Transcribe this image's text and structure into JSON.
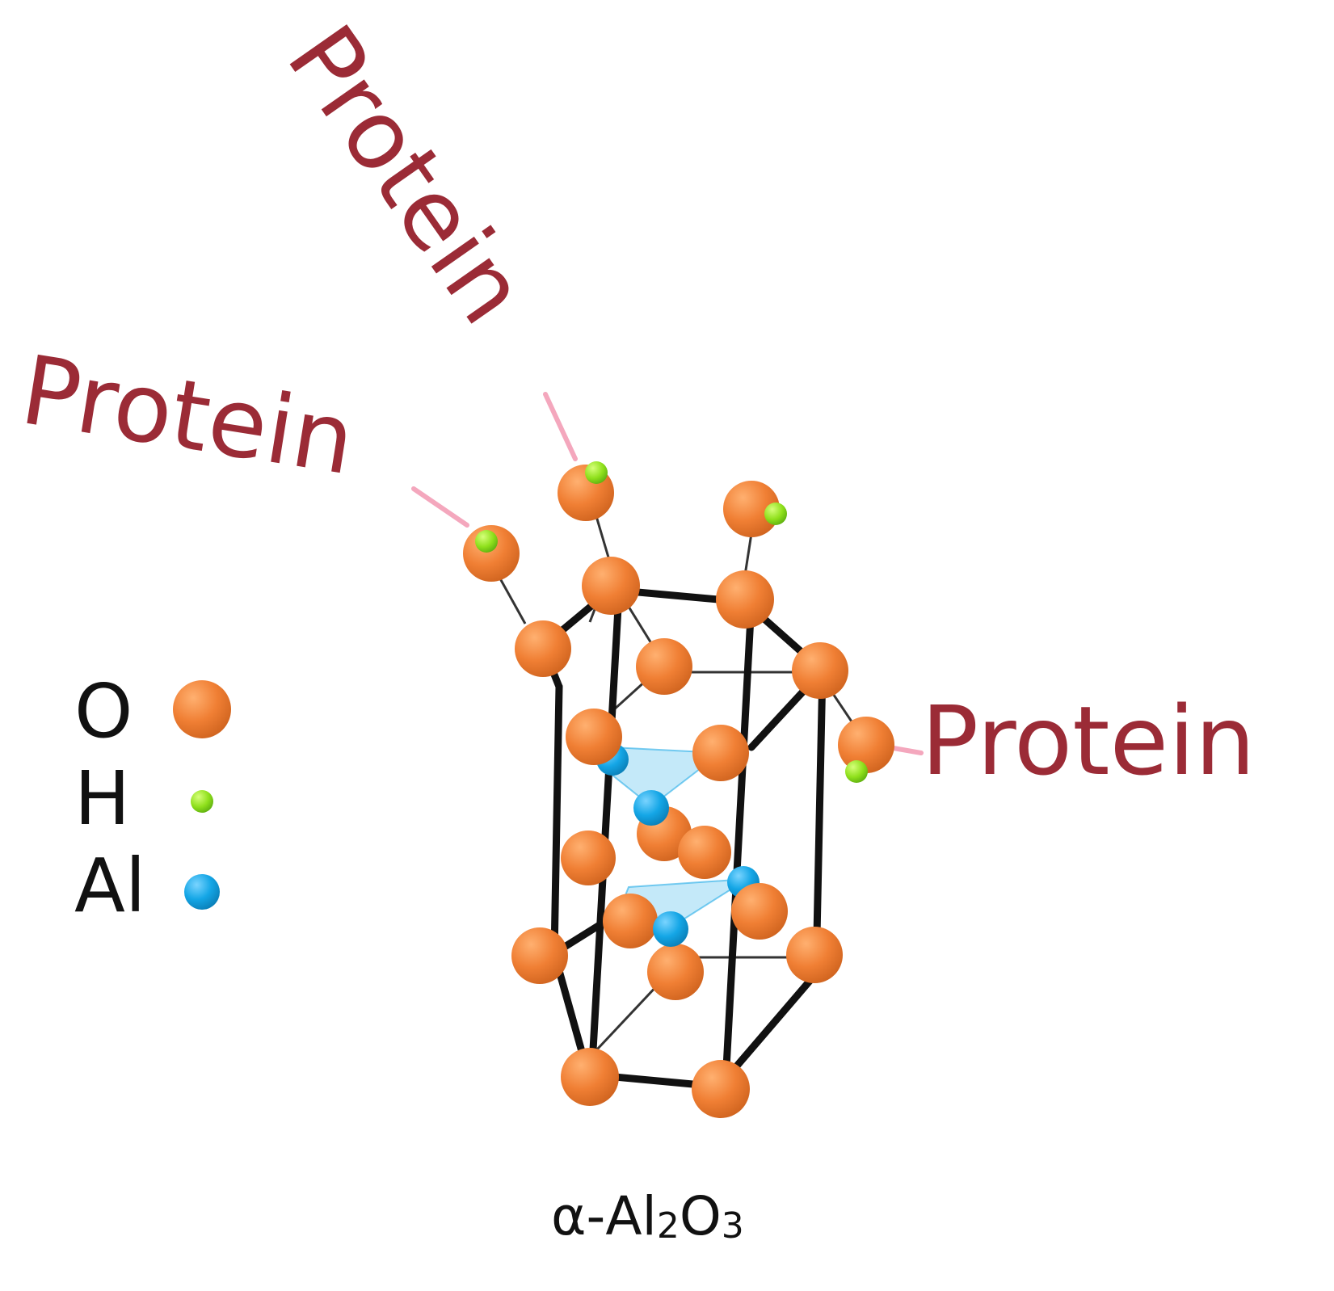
{
  "labels": {
    "protein_top": "Protein",
    "protein_left": "Protein",
    "protein_right": "Protein"
  },
  "legend": {
    "items": [
      {
        "symbol": "O",
        "atom": "oxygen",
        "color": "#f07f34"
      },
      {
        "symbol": "H",
        "atom": "hydrogen",
        "color": "#8fe01c"
      },
      {
        "symbol": "Al",
        "atom": "aluminum",
        "color": "#14a6e6"
      }
    ]
  },
  "formula": {
    "prefix": "α-Al",
    "sub1": "2",
    "mid": "O",
    "sub2": "3"
  },
  "colors": {
    "protein_text": "#9b2b36",
    "linker": "#f4a7bd",
    "oxygen": "#f07f34",
    "hydrogen": "#8fe01c",
    "aluminum": "#14a6e6",
    "frame": "#111111"
  }
}
